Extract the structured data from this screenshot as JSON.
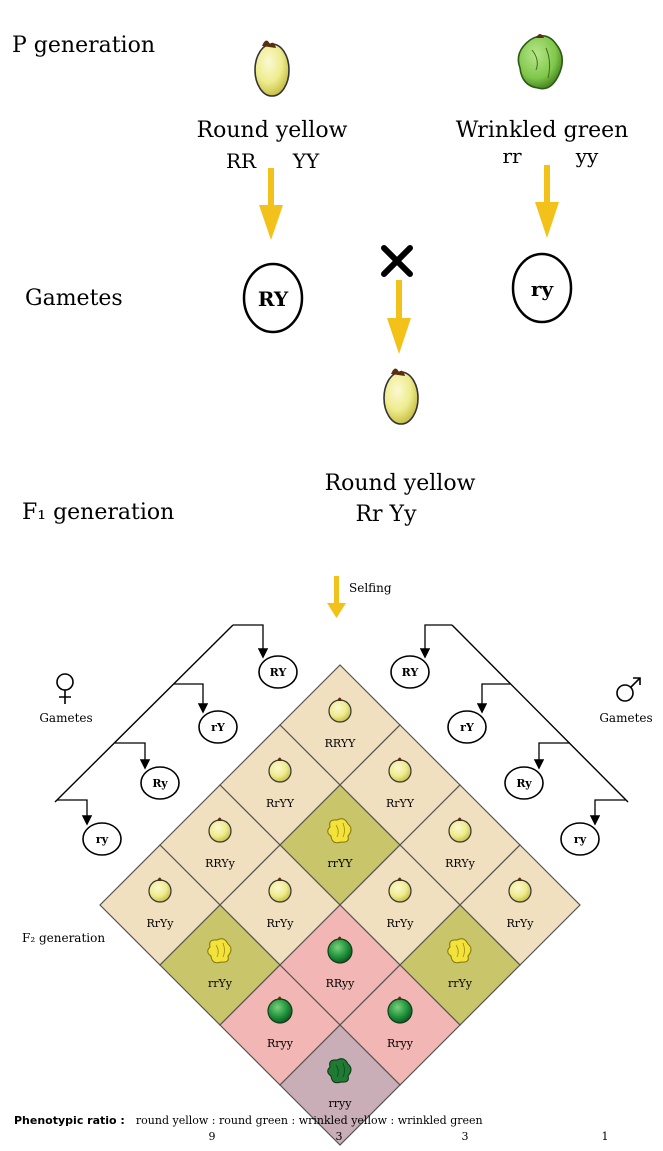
{
  "p_generation": {
    "label": "P generation",
    "parent1": {
      "phenotype": "Round yellow",
      "allele1": "RR",
      "allele2": "YY"
    },
    "parent2": {
      "phenotype": "Wrinkled green",
      "allele1": "rr",
      "allele2": "yy"
    }
  },
  "gametes": {
    "label": "Gametes",
    "gamete1": "RY",
    "gamete2": "ry",
    "cross_symbol": "×"
  },
  "f1_generation": {
    "label": "F₁ generation",
    "phenotype": "Round yellow",
    "genotype": "Rr Yy",
    "selfing_label": "Selfing"
  },
  "punnett": {
    "female_symbol": "♀",
    "male_symbol": "♂",
    "female_label": "Gametes",
    "male_label": "Gametes",
    "female_gametes": [
      "RY",
      "rY",
      "Ry",
      "ry"
    ],
    "male_gametes": [
      "RY",
      "rY",
      "Ry",
      "ry"
    ],
    "f2_label": "F₂ generation",
    "cells": [
      {
        "row": 0,
        "col": 0,
        "genotype": "RRYY",
        "seed": "round-yellow"
      },
      {
        "row": 0,
        "col": 1,
        "genotype": "RrYY",
        "seed": "round-yellow"
      },
      {
        "row": 0,
        "col": 2,
        "genotype": "RRYy",
        "seed": "round-yellow"
      },
      {
        "row": 0,
        "col": 3,
        "genotype": "RrYy",
        "seed": "round-yellow"
      },
      {
        "row": 1,
        "col": 0,
        "genotype": "RrYY",
        "seed": "round-yellow"
      },
      {
        "row": 1,
        "col": 1,
        "genotype": "rrYY",
        "seed": "wrinkled-yellow"
      },
      {
        "row": 1,
        "col": 2,
        "genotype": "RrYy",
        "seed": "round-yellow"
      },
      {
        "row": 1,
        "col": 3,
        "genotype": "rrYy",
        "seed": "wrinkled-yellow"
      },
      {
        "row": 2,
        "col": 0,
        "genotype": "RRYy",
        "seed": "round-yellow"
      },
      {
        "row": 2,
        "col": 1,
        "genotype": "RrYy",
        "seed": "round-yellow"
      },
      {
        "row": 2,
        "col": 2,
        "genotype": "RRyy",
        "seed": "round-green"
      },
      {
        "row": 2,
        "col": 3,
        "genotype": "Rryy",
        "seed": "round-green"
      },
      {
        "row": 3,
        "col": 0,
        "genotype": "RrYy",
        "seed": "round-yellow"
      },
      {
        "row": 3,
        "col": 1,
        "genotype": "rrYy",
        "seed": "wrinkled-yellow"
      },
      {
        "row": 3,
        "col": 2,
        "genotype": "Rryy",
        "seed": "round-green"
      },
      {
        "row": 3,
        "col": 3,
        "genotype": "rryy",
        "seed": "wrinkled-green"
      }
    ]
  },
  "ratio": {
    "label": "Phenotypic ratio :",
    "text": "round yellow : round green : wrinkled yellow : wrinkled green",
    "numbers": [
      "9",
      "3",
      "3",
      "1"
    ]
  },
  "colors": {
    "round-yellow": "#f0e0c0",
    "wrinkled-yellow": "#c8c56a",
    "round-green": "#f2b7b4",
    "wrinkled-green": "#c9aeb8",
    "arrow": "#f2c21a",
    "seed_yellow": "#f4f08a",
    "seed_green": "#22963e"
  }
}
